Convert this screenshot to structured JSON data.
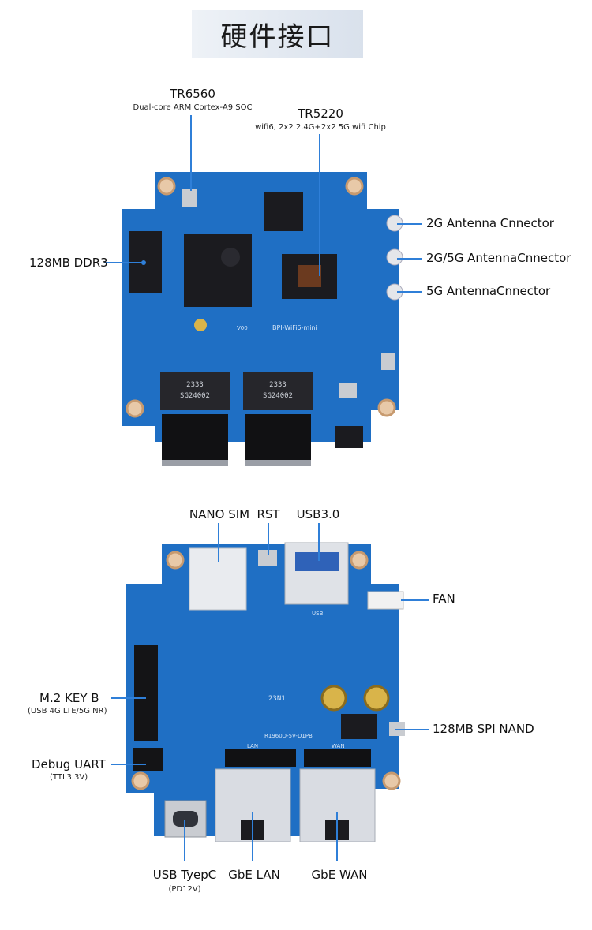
{
  "page_title": "硬件接口",
  "top_board": {
    "labels": {
      "tr6560": "TR6560",
      "tr6560_sub": "Dual-core ARM Cortex-A9 SOC",
      "tr5220": "TR5220",
      "tr5220_sub": "wifi6, 2x2 2.4G+2x2 5G wifi Chip",
      "ddr3": "128MB DDR3",
      "ant_2g": "2G Antenna Cnnector",
      "ant_2g5g": "2G/5G AntennaCnnector",
      "ant_5g": "5G AntennaCnnector"
    },
    "chip_markings": {
      "transformer_1": "SG24002",
      "transformer_2": "SG24002",
      "transformer_code_1": "2333",
      "transformer_code_2": "2333",
      "silk_brand": "BPI-WiFi6-mini",
      "silk_ver": "V00"
    }
  },
  "bottom_board": {
    "labels": {
      "nano_sim": "NANO SIM",
      "rst": "RST",
      "usb30": "USB3.0",
      "fan": "FAN",
      "m2": "M.2 KEY B",
      "m2_sub": "(USB 4G LTE/5G NR)",
      "debug": "Debug UART",
      "debug_sub": "(TTL3.3V)",
      "spi_nand": "128MB SPI NAND",
      "usbc": "USB TyepC",
      "usbc_sub": "(PD12V)",
      "gbe_lan": "GbE LAN",
      "gbe_wan": "GbE WAN"
    },
    "silk": {
      "model": "R1960D-5V-D1PB",
      "lan": "LAN",
      "wan": "WAN",
      "usb": "USB",
      "code": "23N1"
    }
  },
  "colors": {
    "pcb": "#1f6fc4",
    "pcb_dark": "#175aa3",
    "pointer": "#2f7fd8",
    "gold": "#d9b44a",
    "chip": "#1b1b1f"
  }
}
